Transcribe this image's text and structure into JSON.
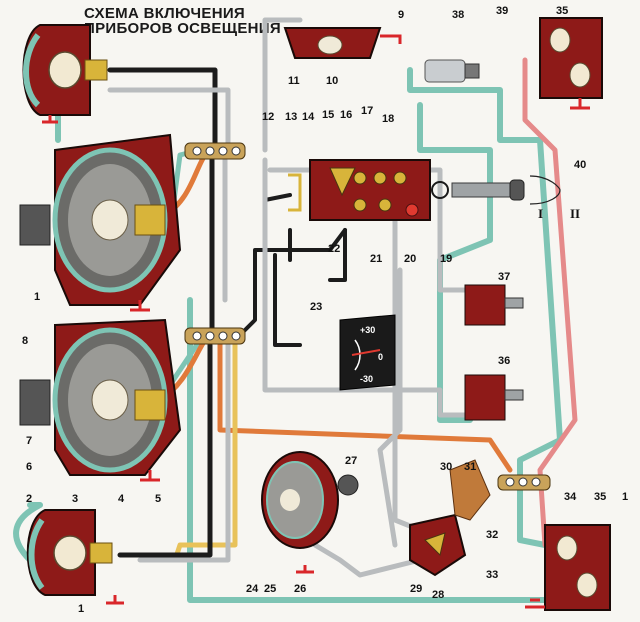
{
  "title": {
    "line1": "СХЕМА ВКЛЮЧЕНИЯ",
    "line2": "ПРИБОРОВ ОСВЕЩЕНИЯ"
  },
  "callouts": [
    "1",
    "2",
    "3",
    "4",
    "5",
    "6",
    "7",
    "8",
    "9",
    "10",
    "11",
    "12",
    "13",
    "14",
    "15",
    "16",
    "17",
    "18",
    "19",
    "20",
    "21",
    "22",
    "23",
    "24",
    "25",
    "26",
    "27",
    "28",
    "29",
    "30",
    "31",
    "32",
    "33",
    "34",
    "35",
    "36",
    "37",
    "38",
    "39",
    "40"
  ],
  "gauge_scale": {
    "top": "+30",
    "center": "0",
    "bottom": "-30"
  },
  "switch_positions": {
    "one": "I",
    "two": "II"
  },
  "wire_colors": {
    "black": "#1c1c1c",
    "gray": "#b9bcbe",
    "teal": "#7ec4b4",
    "pink": "#e58a8a",
    "orange": "#e07a3a",
    "yellow": "#e8c25a",
    "chassis_red": "#8e1a18",
    "ground_red": "#d9262a"
  }
}
